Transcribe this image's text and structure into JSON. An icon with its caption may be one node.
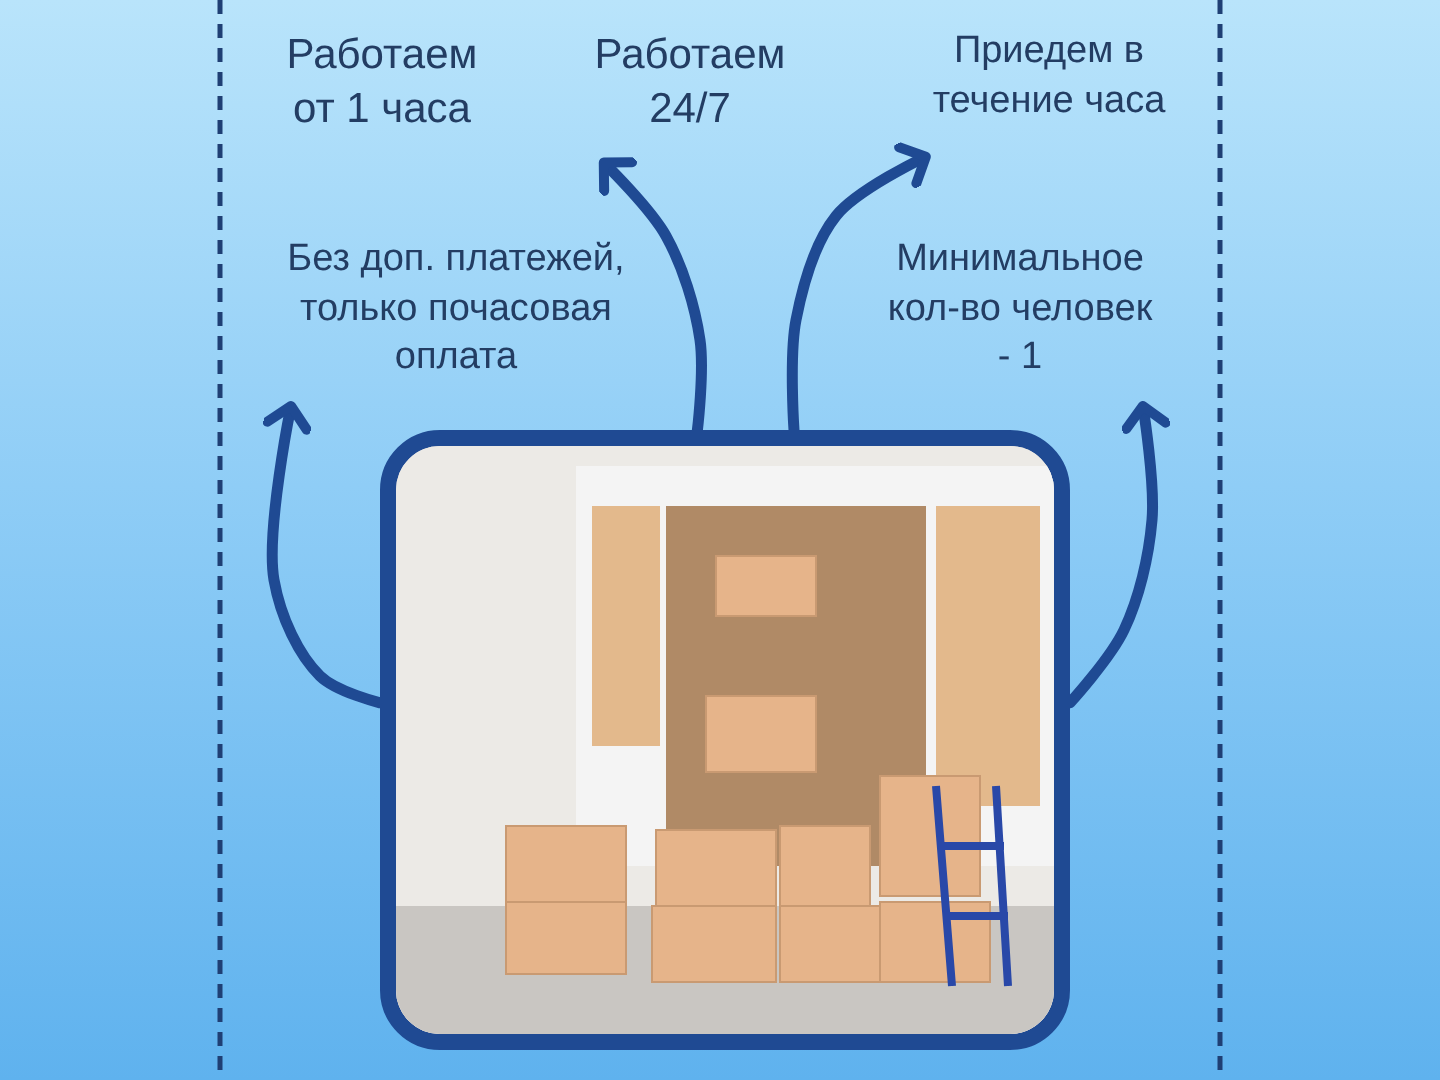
{
  "diagram": {
    "nodes": [
      {
        "text": [
          "Работаем от 1 часа"
        ]
      },
      {
        "text": [
          "Работаем 24/7"
        ]
      },
      {
        "text": [
          "Приедем в течение часа"
        ]
      },
      {
        "text": [
          "Без доп. платежей, только почасовая оплата"
        ]
      },
      {
        "text": [
          "Минимальное кол-во человек - 1"
        ]
      },
      {
        "text": [],
        "shape": "picture"
      }
    ],
    "edges": [
      {
        "from": 5,
        "to": 3,
        "arrow": "to"
      },
      {
        "from": 5,
        "to": 1,
        "arrow": "to"
      },
      {
        "from": 5,
        "to": 2,
        "arrow": "to"
      },
      {
        "from": 5,
        "to": 4,
        "arrow": "to"
      }
    ]
  }
}
